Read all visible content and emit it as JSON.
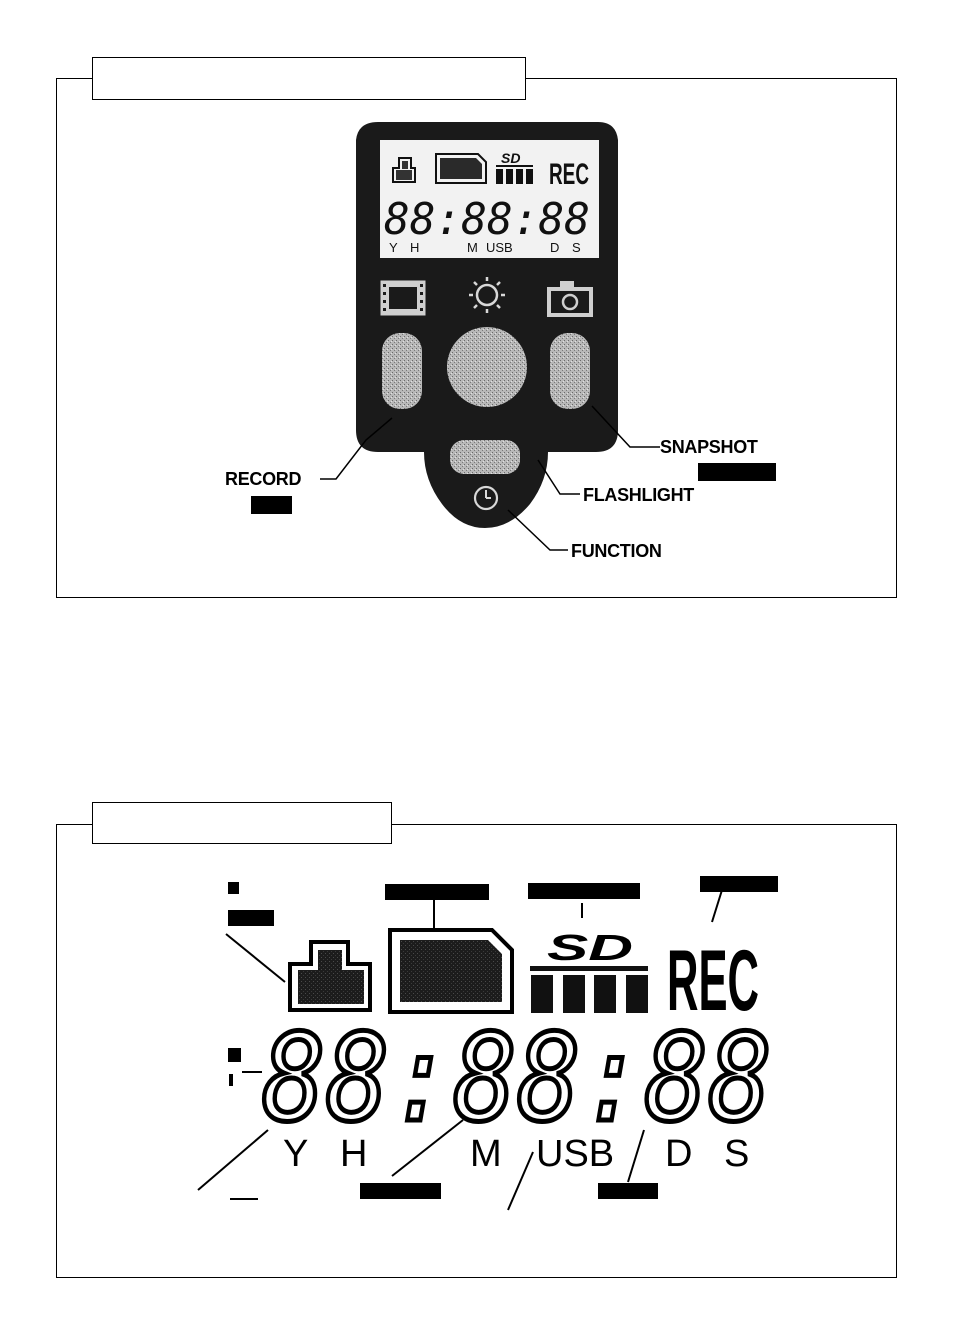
{
  "figure1": {
    "labels": {
      "record": "RECORD",
      "snapshot": "SNAPSHOT",
      "flashlight": "FLASHLIGHT",
      "function": "FUNCTION"
    },
    "lcd": {
      "rec": "REC",
      "sd": "SD",
      "digits": "88:88:88",
      "units": [
        "Y",
        "H",
        "M",
        "USB",
        "D",
        "S"
      ]
    }
  },
  "figure2": {
    "lcd": {
      "rec": "REC",
      "sd": "SD",
      "digits": "88:88:88",
      "units": [
        "Y",
        "H",
        "M",
        "USB",
        "D",
        "S"
      ]
    }
  },
  "icons": [
    "lock-icon",
    "memory-card-icon",
    "sd-logo-icon",
    "signal-bars-icon",
    "film-icon",
    "sun-icon",
    "camera-icon",
    "clock-icon"
  ]
}
